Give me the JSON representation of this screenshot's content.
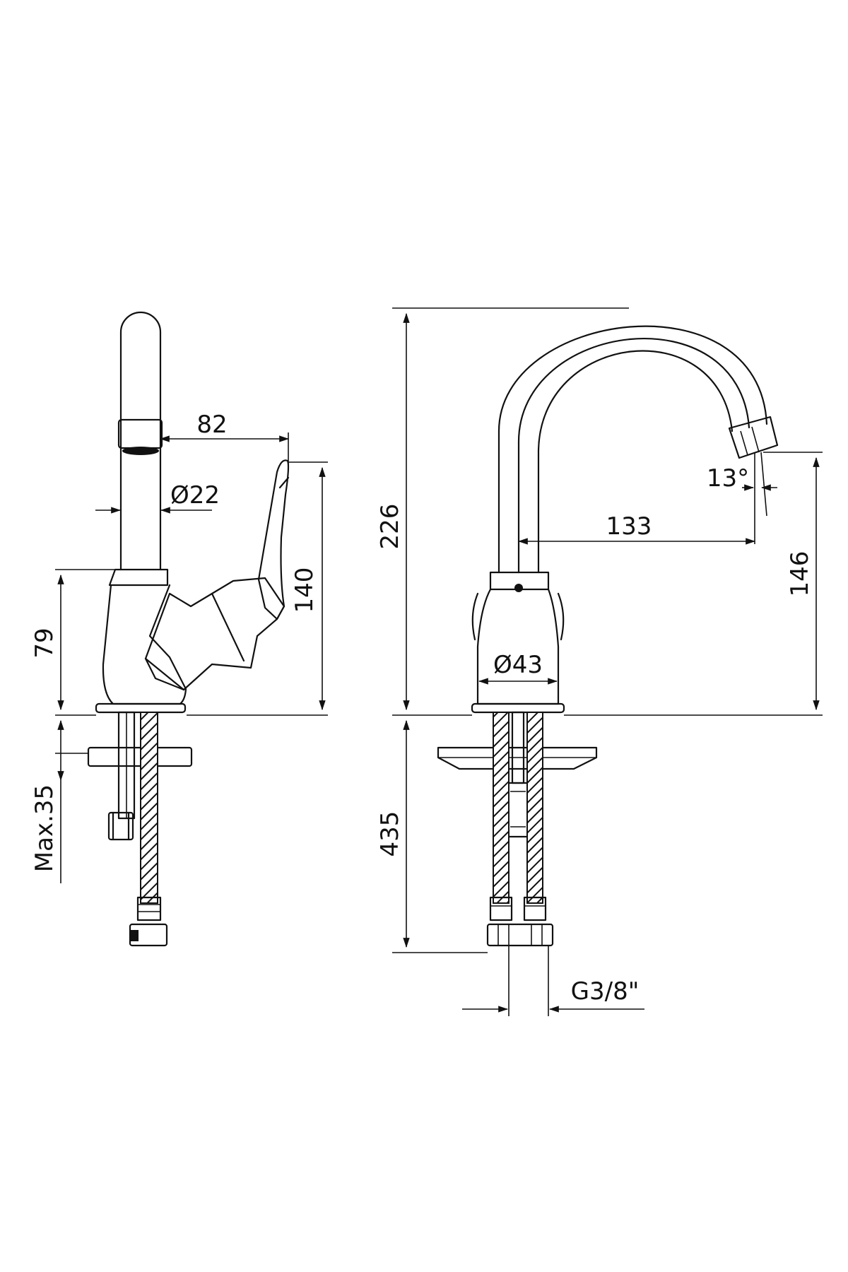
{
  "dimensions": {
    "spout_reach_side": "82",
    "spout_diameter": "Ø22",
    "handle_height": "140",
    "body_height": "79",
    "max_mount": "Max.35",
    "total_height": "226",
    "spout_reach_front": "133",
    "aerator_angle": "13°",
    "aerator_height": "146",
    "base_diameter": "Ø43",
    "hose_length": "435",
    "thread": "G3/8\""
  }
}
